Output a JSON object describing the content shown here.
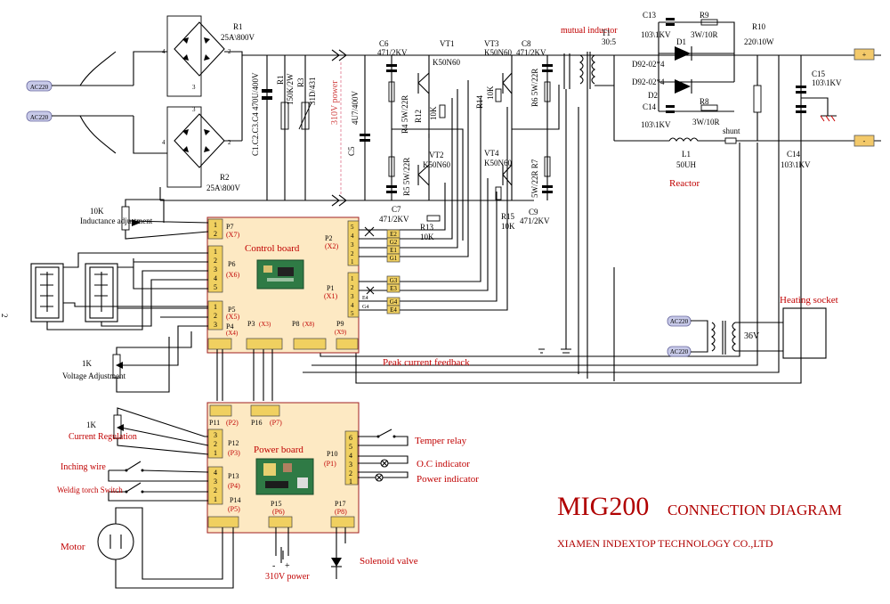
{
  "page_marker": "2",
  "title": {
    "model": "MIG200",
    "subtitle": "CONNECTION DIAGRAM",
    "company": "XIAMEN INDEXTOP TECHNOLOGY CO.,LTD"
  },
  "ac_inputs": [
    "AC220",
    "AC220"
  ],
  "rectifiers": [
    {
      "ref": "R1",
      "rating": "25A\\800V"
    },
    {
      "ref": "R2",
      "rating": "25A\\800V"
    }
  ],
  "bridge_pins": [
    "4",
    "3",
    "2",
    "3",
    "4",
    "2"
  ],
  "components": {
    "caps_bank": "C1.C2.C3.C4 470U/400V",
    "r1": "R1",
    "r1_val": "150K/2W",
    "r3": "R3",
    "r3_val": "31D/431",
    "power_310": "310V power",
    "c5": "C5",
    "c5_val": "4U7/400V",
    "c6": "C6",
    "c6_val": "471/2KV",
    "vt1": "VT1",
    "vt1_type": "K50N60",
    "r4": "R4 5W/22R",
    "r12": "R12",
    "r12_val": "10K",
    "vt2": "VT2",
    "vt2_type": "K50N60",
    "r5": "R5 5W/22R",
    "c7": "C7",
    "c7_val": "471/2KV",
    "r13": "R13",
    "r13_val": "10K",
    "vt3": "VT3",
    "vt3_type": "K50N60",
    "c8": "C8",
    "c8_val": "471/2KV",
    "r14": "R14",
    "r14_val": "10K",
    "r6": "R6 5W/22R",
    "vt4": "VT4",
    "vt4_type": "K50N60",
    "r7": "5W/22R R7",
    "r15": "R15",
    "r15_val": "10K",
    "c9": "C9",
    "c9_val": "471/2KV",
    "mutual_inductor": "mutual inductor",
    "t1": "T1",
    "t1_ratio": "30:5",
    "c13": "C13",
    "c13_val": "103\\1KV",
    "r9": "R9",
    "r9_val": "3W/10R",
    "d1": "D1",
    "d1_type": "D92-02*4",
    "d2": "D2",
    "d2_type": "D92-02*4",
    "c14a": "C14",
    "c14a_val": "103\\1KV",
    "r8": "R8",
    "r8_val": "3W/10R",
    "r10": "R10",
    "r10_val": "220\\10W",
    "c15": "C15",
    "c15_val": "103\\1KV",
    "c14b": "C14",
    "c14b_val": "103\\1KV",
    "l1": "L1",
    "l1_val": "50UH",
    "reactor": "Reactor",
    "shunt": "shunt",
    "plus": "+",
    "minus": "-"
  },
  "control_board": {
    "title": "Control board",
    "left_ports": [
      {
        "name": "P7",
        "alias": "(X7)",
        "pins": [
          "1",
          "2"
        ]
      },
      {
        "name": "P6",
        "alias": "(X6)",
        "pins": [
          "1",
          "2",
          "3",
          "4",
          "5"
        ]
      },
      {
        "name": "P5",
        "alias": "(X5)",
        "pins": [
          "1",
          "2",
          "3"
        ]
      }
    ],
    "p2": {
      "name": "P2",
      "alias": "(X2)",
      "pins": [
        "5",
        "4",
        "3",
        "2",
        "1"
      ],
      "tags": [
        "E2",
        "G2",
        "E1",
        "G1"
      ]
    },
    "p1": {
      "name": "P1",
      "alias": "(X1)",
      "pins": [
        "1",
        "2",
        "3",
        "4",
        "5"
      ],
      "tags": [
        "G3",
        "E3",
        "G4",
        "E4"
      ],
      "side_tags": [
        "E4",
        "G4"
      ]
    },
    "bottom_ports": [
      {
        "name": "P4",
        "alias": "(X4)"
      },
      {
        "name": "P3",
        "alias": "(X3)"
      },
      {
        "name": "P8",
        "alias": "(X8)"
      },
      {
        "name": "P9",
        "alias": "(X9)"
      }
    ]
  },
  "power_board": {
    "title": "Power board",
    "top_ports": [
      {
        "name": "P11",
        "alias": "(P2)"
      },
      {
        "name": "P16",
        "alias": "(P7)"
      }
    ],
    "p12": {
      "name": "P12",
      "alias": "(P3)",
      "pins": [
        "3",
        "2",
        "1"
      ]
    },
    "p13": {
      "name": "P13",
      "alias": "(P4)",
      "pins": [
        "4",
        "3",
        "2",
        "1"
      ]
    },
    "p10": {
      "name": "P10",
      "alias": "(P1)",
      "pins": [
        "6",
        "5",
        "4",
        "3",
        "2",
        "1"
      ]
    },
    "bottom_ports": [
      {
        "name": "P14",
        "alias": "(P5)"
      },
      {
        "name": "P15",
        "alias": "(P6)"
      },
      {
        "name": "P17",
        "alias": "(P8)"
      }
    ]
  },
  "external": {
    "inductance_pot": "10K",
    "inductance_label": "Inductance adjustment",
    "voltage_pot": "1K",
    "voltage_label": "Voltage Adjustment",
    "current_pot": "1K",
    "current_label": "Current Regulation",
    "inching_wire": "Inching wire",
    "torch_switch": "Weldig torch Switch",
    "motor": "Motor",
    "power_310": "310V power",
    "supply_minus": "-",
    "supply_plus": "+",
    "solenoid": "Solenoid valve",
    "temper_relay": "Temper relay",
    "oc_indicator": "O.C indicator",
    "power_indicator": "Power indicator",
    "peak_feedback": "Peak current feedback",
    "heating_socket": "Heating socket",
    "heater_voltage": "36V",
    "heater_inputs": [
      "AC220",
      "AC220"
    ]
  }
}
